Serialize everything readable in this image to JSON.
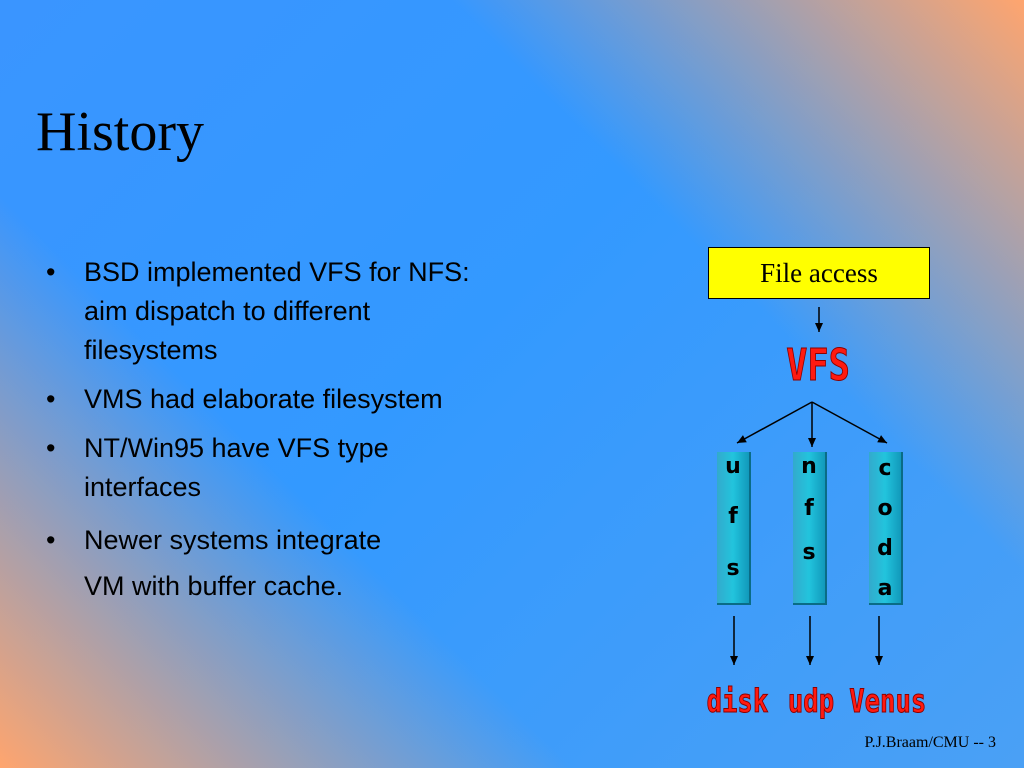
{
  "slide": {
    "title": "History",
    "bullets": [
      "BSD implemented VFS for NFS: aim dispatch to different filesystems",
      "VMS had elaborate filesystem",
      "NT/Win95 have VFS type interfaces"
    ],
    "last_bullet": {
      "line1": "Newer systems integrate",
      "line2": "VM with buffer cache."
    },
    "footer": "P.J.Braam/CMU -- 3"
  },
  "diagram": {
    "top_box": "File access",
    "switch_label": "VFS",
    "filesystems": [
      {
        "letters": [
          "u",
          "f",
          "s"
        ],
        "target": "disk"
      },
      {
        "letters": [
          "n",
          "f",
          "s"
        ],
        "target": "udp"
      },
      {
        "letters": [
          "c",
          "o",
          "d",
          "a"
        ],
        "target": "Venus"
      }
    ]
  },
  "colors": {
    "box_fill": "#ffff00",
    "label_red": "#ff1a10",
    "column_teal": "#22c4dd",
    "bg_blue": "#3399ff",
    "bg_orange": "#ffa56e"
  }
}
